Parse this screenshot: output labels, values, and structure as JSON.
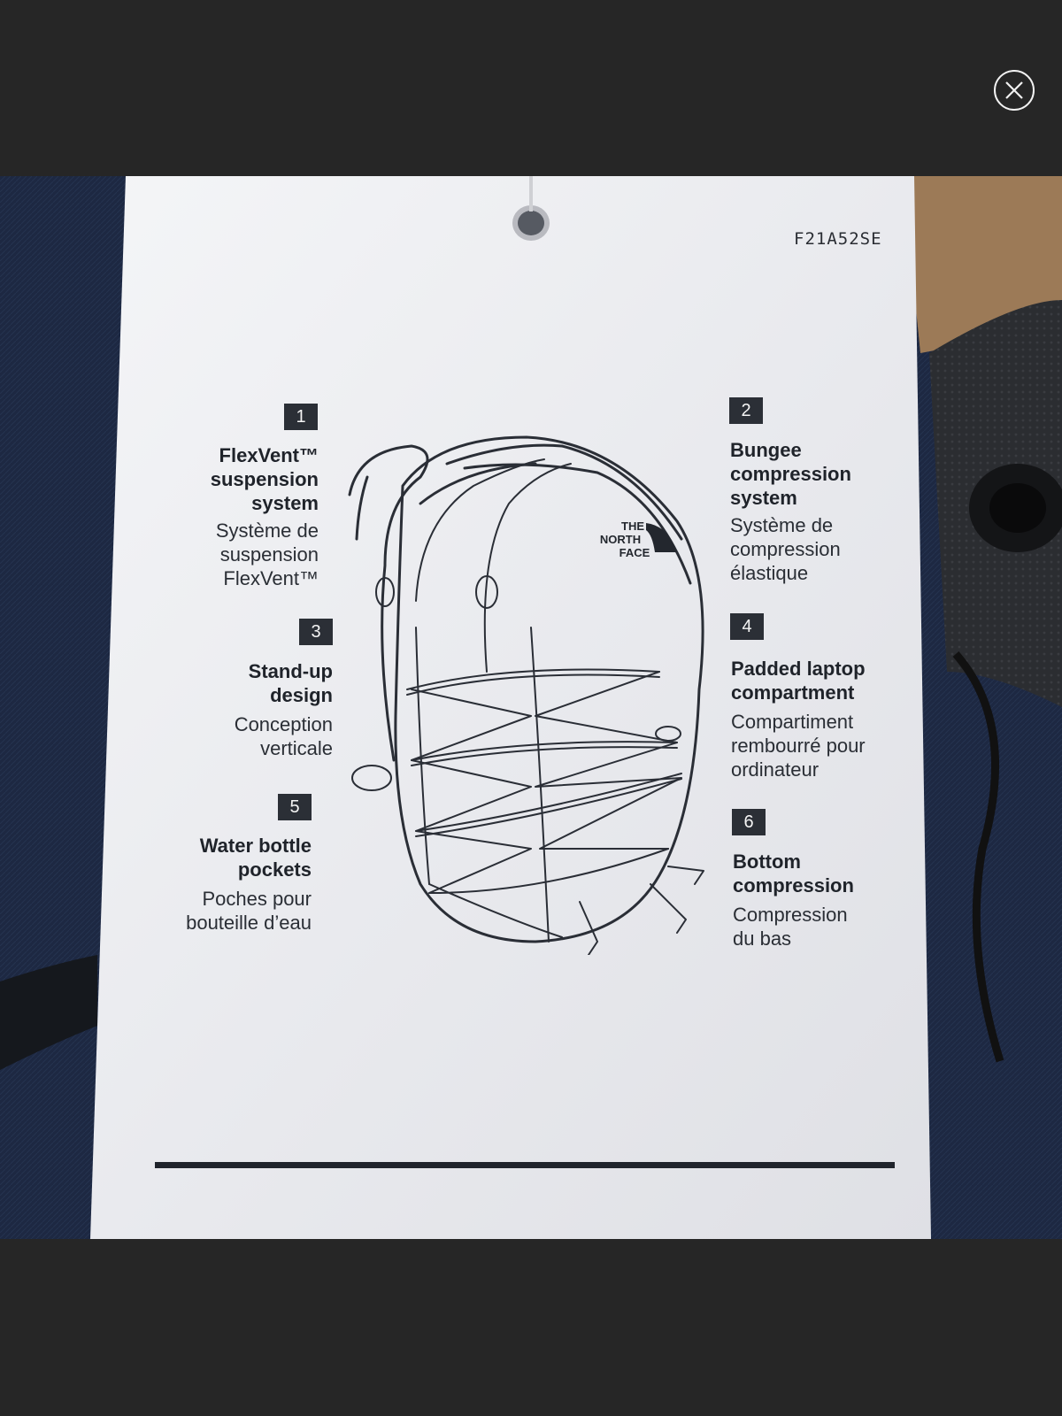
{
  "viewer": {
    "close_icon": "close-icon"
  },
  "tag": {
    "product_code": "F21A52SE",
    "brand_logo_text": [
      "THE",
      "NORTH",
      "FACE"
    ],
    "features": [
      {
        "number": "1",
        "en": [
          "FlexVent™",
          "suspension",
          "system"
        ],
        "fr": [
          "Système de",
          "suspension",
          "FlexVent™"
        ]
      },
      {
        "number": "2",
        "en": [
          "Bungee",
          "compression",
          "system"
        ],
        "fr": [
          "Système de",
          "compression",
          "élastique"
        ]
      },
      {
        "number": "3",
        "en": [
          "Stand-up",
          "design"
        ],
        "fr": [
          "Conception",
          "verticale"
        ]
      },
      {
        "number": "4",
        "en": [
          "Padded laptop",
          "compartment"
        ],
        "fr": [
          "Compartiment",
          "rembourré pour",
          "ordinateur"
        ]
      },
      {
        "number": "5",
        "en": [
          "Water bottle",
          "pockets"
        ],
        "fr": [
          "Poches pour",
          "bouteille d’eau"
        ]
      },
      {
        "number": "6",
        "en": [
          "Bottom",
          "compression"
        ],
        "fr": [
          "Compression",
          "du bas"
        ]
      }
    ]
  },
  "colors": {
    "background": "#262626",
    "tag": "#ecedef",
    "ink": "#20242c",
    "fabric": "#1c2740"
  }
}
